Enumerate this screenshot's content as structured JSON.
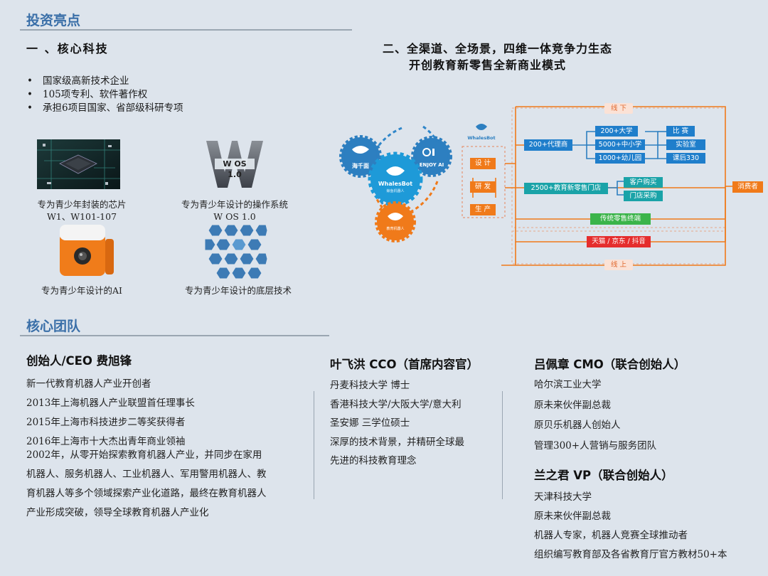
{
  "page": {
    "highlights_title": "投资亮点",
    "team_title": "核心团队"
  },
  "tech": {
    "heading": "一 、核心科技",
    "bullets": [
      "国家级高新技术企业",
      "105项专利、软件著作权",
      "承担6项目国家、省部级科研专项"
    ],
    "wos_label": "W OS 1.0",
    "items": [
      {
        "caption": "专为青少年封装的芯片",
        "sub": "W1、W101-107"
      },
      {
        "caption": "专为青少年设计的操作系统",
        "sub": "W OS 1.0"
      },
      {
        "caption": "专为青少年设计的AI",
        "sub": ""
      },
      {
        "caption": "专为青少年设计的底层技术",
        "sub": ""
      }
    ]
  },
  "eco": {
    "heading_line1": "二、全渠道、全场景，四维一体竞争力生态",
    "heading_line2": "开创教育新零售全新商业模式",
    "logo_text": "WhalesBot",
    "brand_left": "海千面",
    "brand_right": "ENJOY AI",
    "brand_center": "WhalesBot",
    "brand_center_sub": "鲸鱼机器人",
    "brand_bottom_sub": "教育机器人",
    "stages": [
      "设 计",
      "研 发",
      "生 产"
    ],
    "offline": "线 下",
    "online": "线 上",
    "agents": "200+代理商",
    "schools": [
      "200+大学",
      "5000+中小学",
      "1000+幼儿园"
    ],
    "uses": [
      "比 赛",
      "实验室",
      "课后330"
    ],
    "stores": "2500+教育新零售门店",
    "store_uses": [
      "客户购买",
      "门店采购"
    ],
    "retail": "传统零售终端",
    "ecommerce": "天猫 / 京东 / 抖音",
    "consumer": "消费者"
  },
  "team": {
    "ceo": {
      "title": "创始人/CEO 费旭锋",
      "lines": [
        "新一代教育机器人产业开创者",
        "2013年上海机器人产业联盟首任理事长",
        "2015年上海市科技进步二等奖获得者",
        "2016年上海市十大杰出青年商业领袖"
      ],
      "para": [
        "2002年，从零开始探索教育机器人产业，并同步在家用",
        "机器人、服务机器人、工业机器人、军用警用机器人、教",
        "育机器人等多个领域探索产业化道路，最终在教育机器人",
        "产业形成突破，领导全球教育机器人产业化"
      ]
    },
    "cco": {
      "title": "叶飞洪 CCO（首席内容官）",
      "lines": [
        "丹麦科技大学 博士",
        "香港科技大学/大阪大学/意大利",
        "圣安娜 三学位硕士",
        "深厚的技术背景，并精研全球最",
        "先进的科技教育理念"
      ]
    },
    "cmo": {
      "title": "吕佩章  CMO（联合创始人）",
      "lines": [
        "哈尔滨工业大学",
        "原未来伙伴副总裁",
        "原贝乐机器人创始人",
        "管理300+人营销与服务团队"
      ]
    },
    "vp": {
      "title": "兰之君  VP（联合创始人）",
      "lines": [
        "天津科技大学",
        "原未来伙伴副总裁",
        "机器人专家，机器人竞赛全球推动者",
        "组织编写教育部及各省教育厅官方教材50+本"
      ]
    }
  }
}
